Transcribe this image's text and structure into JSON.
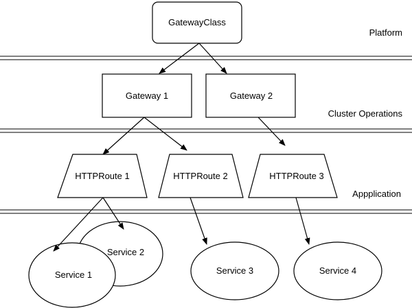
{
  "layers": {
    "platform": "Platform",
    "cluster_operations": "Cluster Operations",
    "application": "Appplication"
  },
  "nodes": {
    "gateway_class": "GatewayClass",
    "gateway_1": "Gateway 1",
    "gateway_2": "Gateway 2",
    "httproute_1": "HTTPRoute 1",
    "httproute_2": "HTTPRoute 2",
    "httproute_3": "HTTPRoute 3",
    "service_1": "Service 1",
    "service_2": "Service 2",
    "service_3": "Service 3",
    "service_4": "Service 4"
  }
}
